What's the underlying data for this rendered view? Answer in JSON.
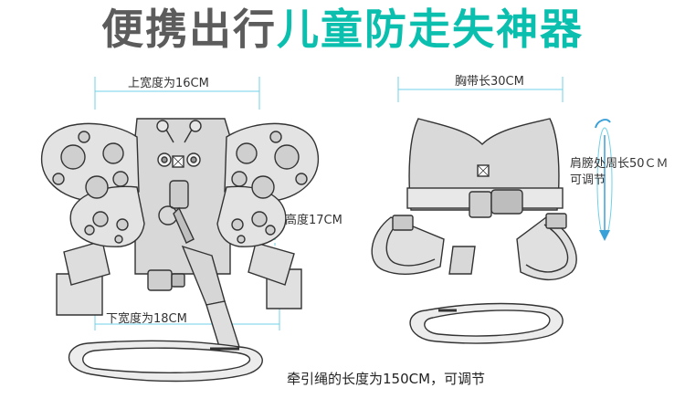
{
  "title": {
    "part1": "便携出行",
    "part2": "儿童防走失神器",
    "color_gray": "#5c5c5c",
    "color_teal": "#0bbfae"
  },
  "front": {
    "top_width": "上宽度为16CM",
    "height": "高度17CM",
    "bottom_width": "下宽度为18CM"
  },
  "back": {
    "chest_strap": "胸带长30CM",
    "shoulder_line1": "肩膀处周长50ＣＭ",
    "shoulder_line2": "可调节"
  },
  "leash_note": "牵引绳的长度为150CM，可调节",
  "colors": {
    "guide_line": "#6fd1e8",
    "outline": "#333333",
    "fill_light": "#e6e6e6",
    "fill_mid": "#d3d3d3",
    "arrow": "#3aa0d8"
  }
}
